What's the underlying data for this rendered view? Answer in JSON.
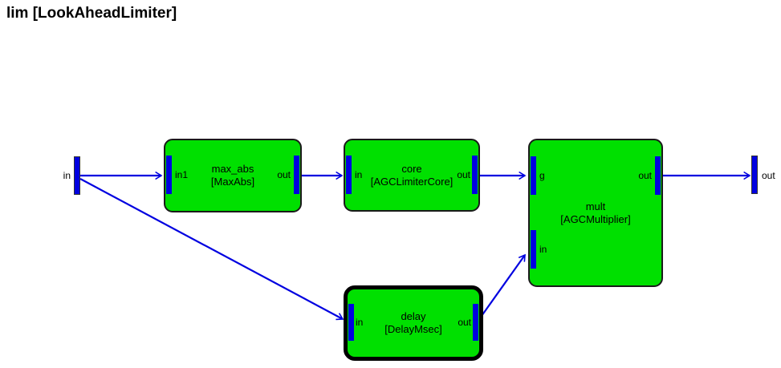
{
  "title": "lim [LookAheadLimiter]",
  "colors": {
    "background": "#ffffff",
    "block_fill": "#00e000",
    "block_border": "#1a1a1a",
    "selected_border": "#000000",
    "port_fill": "#0000e0",
    "wire": "#0000e0",
    "text": "#000000"
  },
  "terminals": {
    "input": {
      "label": "in"
    },
    "output": {
      "label": "out"
    }
  },
  "blocks": {
    "max_abs": {
      "name": "max_abs",
      "type": "[MaxAbs]",
      "selected": false,
      "ports": {
        "input": "in1",
        "output": "out"
      }
    },
    "core": {
      "name": "core",
      "type": "[AGCLimiterCore]",
      "selected": false,
      "ports": {
        "input": "in",
        "output": "out"
      }
    },
    "mult": {
      "name": "mult",
      "type": "[AGCMultiplier]",
      "selected": false,
      "ports": {
        "gain": "g",
        "input": "in",
        "output": "out"
      }
    },
    "delay": {
      "name": "delay",
      "type": "[DelayMsec]",
      "selected": true,
      "ports": {
        "input": "in",
        "output": "out"
      }
    }
  }
}
